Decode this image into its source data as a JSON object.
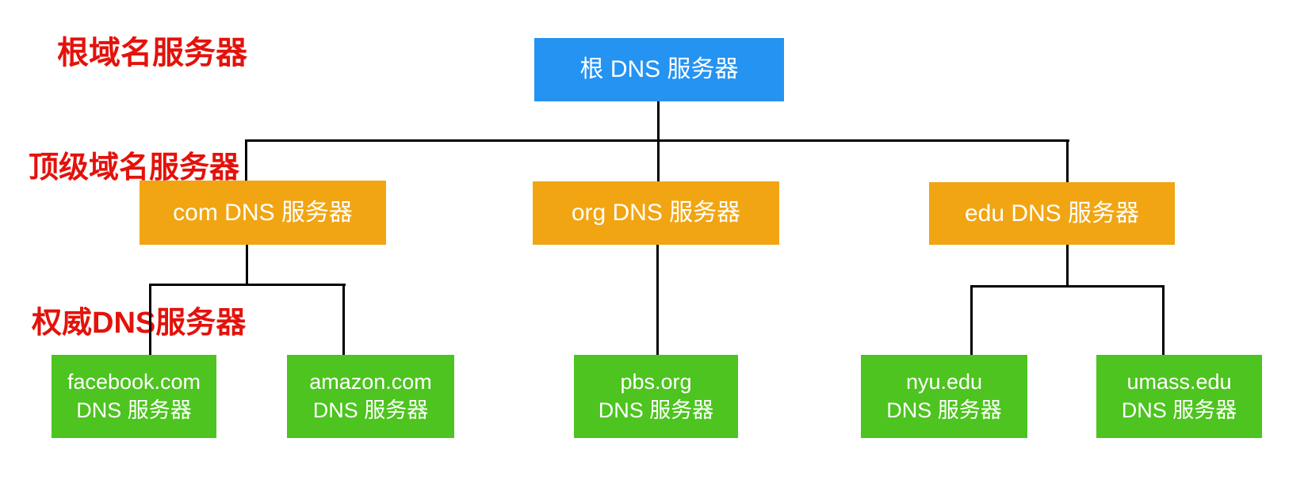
{
  "level_labels": {
    "root": "根域名服务器",
    "tld": "顶级域名服务器",
    "authoritative": "权威DNS服务器"
  },
  "nodes": {
    "root": {
      "label": "根 DNS 服务器"
    },
    "com": {
      "label": "com DNS 服务器"
    },
    "org": {
      "label": "org DNS 服务器"
    },
    "edu": {
      "label": "edu DNS 服务器"
    },
    "facebook": {
      "line1": "facebook.com",
      "line2": "DNS 服务器"
    },
    "amazon": {
      "line1": "amazon.com",
      "line2": "DNS 服务器"
    },
    "pbs": {
      "line1": "pbs.org",
      "line2": "DNS 服务器"
    },
    "nyu": {
      "line1": "nyu.edu",
      "line2": "DNS 服务器"
    },
    "umass": {
      "line1": "umass.edu",
      "line2": "DNS 服务器"
    }
  },
  "colors": {
    "root": "#2493F2",
    "tld": "#F1A513",
    "authoritative": "#4DC41F",
    "label": "#E3120B",
    "line": "#000000"
  }
}
